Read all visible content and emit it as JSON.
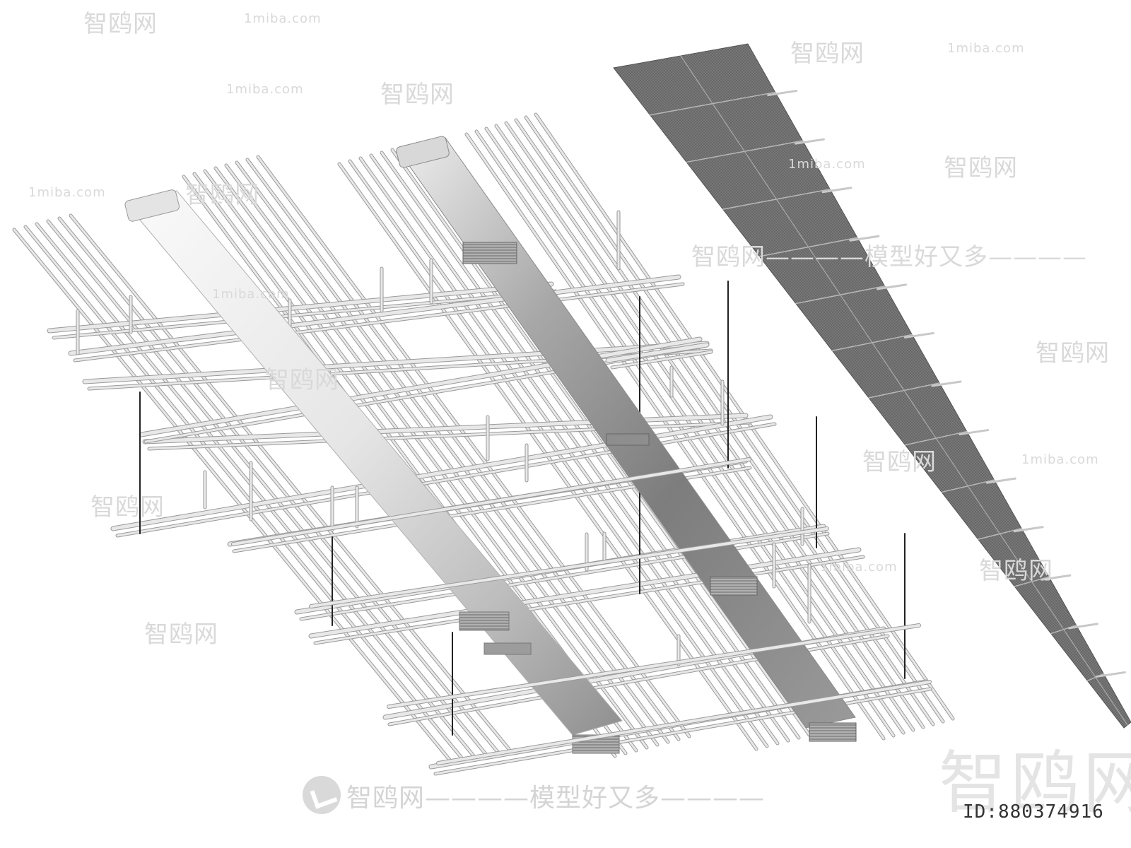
{
  "watermarks": {
    "brand_cn": "智鸥网",
    "domain": "1miba.com",
    "slogan": "智鸥网————模型好又多————",
    "slogan_mid": "智鸥网————模型好又多————"
  },
  "image_id": "ID:880374916",
  "colors": {
    "background": "#ffffff",
    "pipe": "#e8e8e8",
    "pipe_edge": "#9a9a9a",
    "duct_light": "#f2f2f2",
    "duct_dark": "#8a8a8a",
    "ceiling_panel": "#7c7c7c",
    "hanger": "#222222"
  }
}
